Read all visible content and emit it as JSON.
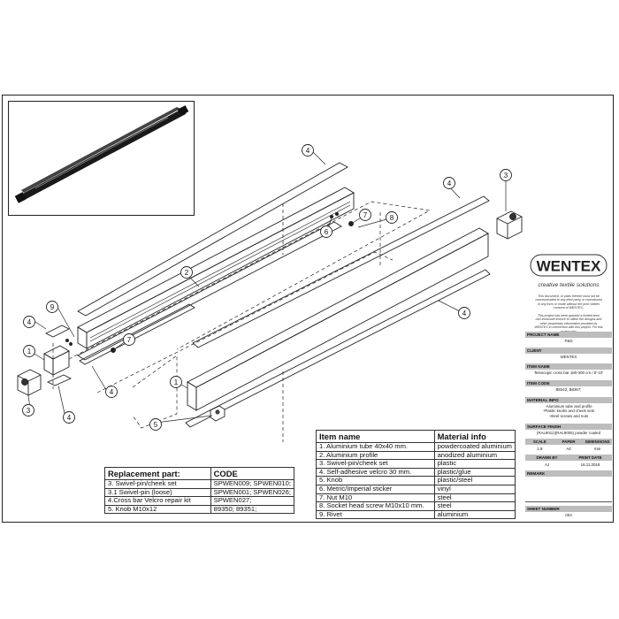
{
  "title_block": {
    "logo_text": "WENTEX",
    "tagline": "creative textile solutions",
    "notice_lines": [
      "This document, or parts thereof must not be",
      "communicated to any third party, or reproduced",
      "in any form or mode without the prior written",
      "consent of WENTEX.",
      "",
      "This project has been granted a limited-term",
      "non-exclusive licence to utilise the designs and",
      "other proprietary information provided by",
      "WENTEX in connection with this project. For this",
      "project only."
    ],
    "project_name_label": "PROJECT NAME",
    "project_name": "P&D",
    "client_label": "CLIENT",
    "client": "WENTEX",
    "item_name_label": "ITEM NAME",
    "item_name": "Telescopic cross bar 180-300 cm / 8'-10'",
    "item_code_label": "ITEM CODE",
    "item_code": "B8342; B8367;",
    "material_info_label": "MATERIAL INFO",
    "material_info_lines": [
      "-Aluminium tube and profile",
      "-Plastic knobs and cheek sets",
      "-Steel screws and nuts"
    ],
    "surface_finish_label": "SURFACE FINISH",
    "surface_finish": "(RAL9011)(RAL9005) powder coated",
    "scale_label": "SCALE",
    "paper_label": "PAPER",
    "dimensions_label": "DIMENSIONS",
    "scale": "1:8",
    "paper": "A4",
    "dimensions": "mm",
    "drawn_by_label": "DRAWN BY",
    "print_date_label": "PRINT DATE",
    "drawn_by": "AJ",
    "print_date": "16.11.2018",
    "remark_label": "REMARK",
    "sheet_number_label": "SHEET NUMBER",
    "sheet_number": "003"
  },
  "item_table": {
    "headers": [
      "Item name",
      "Material info"
    ],
    "rows": [
      [
        "1. Aluminium tube 40x40 mm.",
        "powdercoated aluminium"
      ],
      [
        "2. Aluminium profile",
        "anodized aluminium"
      ],
      [
        "3. Swivel-pin/cheek set",
        "plastic"
      ],
      [
        "4. Self-adhesive velcro 30 mm.",
        "plastic/glue"
      ],
      [
        "5. Knob",
        "plastic/steel"
      ],
      [
        "6. Metric/Imperial sticker",
        "vinyl"
      ],
      [
        "7. Nut M10",
        "steel"
      ],
      [
        "8. Socket head screw M10x10 mm.",
        "steel"
      ],
      [
        "9. Rivet",
        "aluminium"
      ]
    ]
  },
  "replacement_table": {
    "headers": [
      "Replacement part:",
      "CODE"
    ],
    "rows": [
      [
        "3. Swivel-pin/cheek set",
        "SPWEN009; SPWEN010;"
      ],
      [
        "3.1 Swivel-pin (loose)",
        "SPWEN001; SPWEN026;"
      ],
      [
        "4.Cross bar Velcro repair kit",
        "SPWEN027;"
      ],
      [
        "5. Knob M10x12",
        "89350; 89351;"
      ]
    ]
  },
  "callouts": [
    "4",
    "3",
    "4",
    "8",
    "7",
    "6",
    "2",
    "9",
    "4",
    "7",
    "1",
    "4",
    "1",
    "4",
    "4",
    "3",
    "5"
  ]
}
